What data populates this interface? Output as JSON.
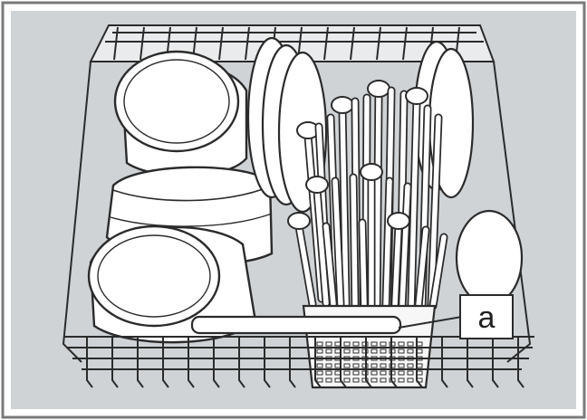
{
  "colors": {
    "frame": "#7a7a7a",
    "background": "#cfd3d6",
    "outline": "#2b2b2b",
    "dish": "#ffffff",
    "dish_shade": "#e4e6e8",
    "basket": "#f7f7f7"
  },
  "callout": {
    "label": "a",
    "target": "cutlery-basket"
  },
  "items": [
    {
      "name": "bowl",
      "count": 3
    },
    {
      "name": "plate",
      "count": 6
    },
    {
      "name": "cutlery-basket",
      "count": 1
    },
    {
      "name": "cutlery",
      "count": 24
    },
    {
      "name": "dish-rack",
      "count": 1
    }
  ]
}
